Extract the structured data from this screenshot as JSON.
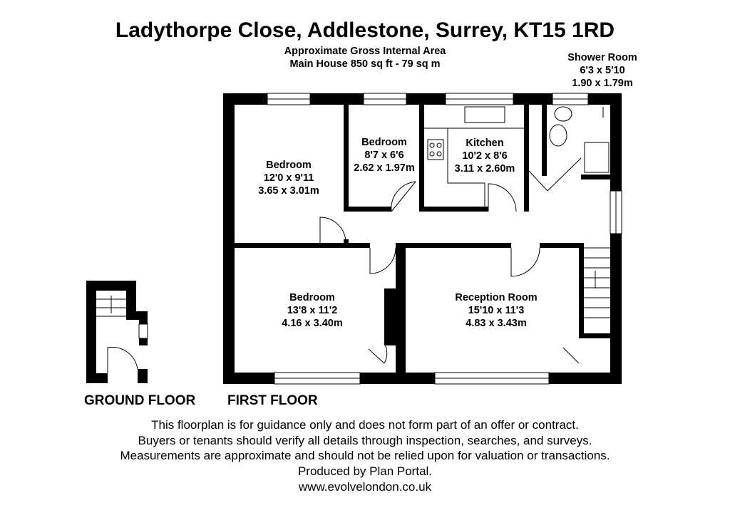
{
  "header": {
    "title": "Ladythorpe Close, Addlestone, Surrey, KT15 1RD",
    "area_line1": "Approximate Gross Internal Area",
    "area_line2": "Main House 850 sq ft - 79 sq m"
  },
  "rooms": {
    "shower_room": {
      "name": "Shower Room",
      "imperial": "6'3 x 5'10",
      "metric": "1.90 x 1.79m"
    },
    "bedroom_left": {
      "name": "Bedroom",
      "imperial": "12'0 x 9'11",
      "metric": "3.65 x 3.01m"
    },
    "bedroom_small": {
      "name": "Bedroom",
      "imperial": "8'7 x 6'6",
      "metric": "2.62 x 1.97m"
    },
    "kitchen": {
      "name": "Kitchen",
      "imperial": "10'2 x 8'6",
      "metric": "3.11 x 2.60m"
    },
    "bedroom_lower": {
      "name": "Bedroom",
      "imperial": "13'8 x 11'2",
      "metric": "4.16 x 3.40m"
    },
    "reception": {
      "name": "Reception Room",
      "imperial": "15'10 x 11'3",
      "metric": "4.83 x 3.43m"
    }
  },
  "floors": {
    "ground": "GROUND FLOOR",
    "first": "FIRST FLOOR"
  },
  "footer": {
    "line1": "This floorplan is for guidance only and does not form part of an offer or contract.",
    "line2": "Buyers or tenants should verify all details through inspection, searches, and surveys.",
    "line3": "Measurements are approximate and should not be relied upon for valuation or transactions.",
    "line4": "Produced by Plan Portal.",
    "line5": "www.evolvelondon.co.uk"
  },
  "colors": {
    "wall": "#000000",
    "background": "#ffffff"
  }
}
